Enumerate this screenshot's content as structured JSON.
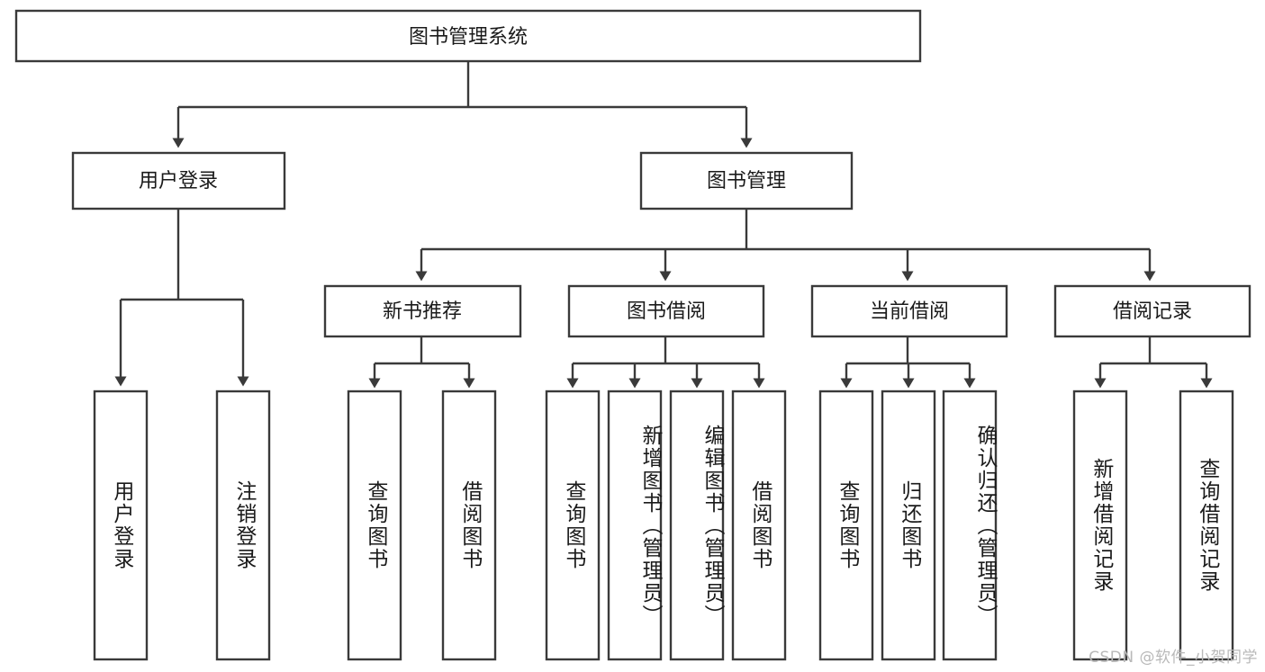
{
  "diagram": {
    "title": "图书管理系统",
    "type": "tree-hierarchy",
    "root": {
      "id": "root",
      "label": "图书管理系统",
      "orientation": "horizontal"
    },
    "level1": [
      {
        "id": "user-login",
        "label": "用户登录",
        "orientation": "horizontal"
      },
      {
        "id": "book-manage",
        "label": "图书管理",
        "orientation": "horizontal"
      }
    ],
    "level2": [
      {
        "id": "new-book-rec",
        "label": "新书推荐",
        "parent": "book-manage",
        "orientation": "horizontal"
      },
      {
        "id": "book-borrow",
        "label": "图书借阅",
        "parent": "book-manage",
        "orientation": "horizontal"
      },
      {
        "id": "current-borrow",
        "label": "当前借阅",
        "parent": "book-manage",
        "orientation": "horizontal"
      },
      {
        "id": "borrow-record",
        "label": "借阅记录",
        "parent": "book-manage",
        "orientation": "horizontal"
      }
    ],
    "leaves": [
      {
        "id": "leaf-user-login",
        "label": "用户登录",
        "parent": "user-login",
        "orientation": "vertical"
      },
      {
        "id": "leaf-logout-login",
        "label": "注销登录",
        "parent": "user-login",
        "orientation": "vertical"
      },
      {
        "id": "leaf-query-book-rec",
        "label": "查询图书",
        "parent": "new-book-rec",
        "orientation": "vertical"
      },
      {
        "id": "leaf-borrow-book-rec",
        "label": "借阅图书",
        "parent": "new-book-rec",
        "orientation": "vertical"
      },
      {
        "id": "leaf-query-book-borrow",
        "label": "查询图书",
        "parent": "book-borrow",
        "orientation": "vertical"
      },
      {
        "id": "leaf-add-book",
        "label": "新增图书（管理员）",
        "parent": "book-borrow",
        "orientation": "vertical"
      },
      {
        "id": "leaf-edit-book",
        "label": "编辑图书（管理员）",
        "parent": "book-borrow",
        "orientation": "vertical"
      },
      {
        "id": "leaf-borrow-book",
        "label": "借阅图书",
        "parent": "book-borrow",
        "orientation": "vertical"
      },
      {
        "id": "leaf-query-book-current",
        "label": "查询图书",
        "parent": "current-borrow",
        "orientation": "vertical"
      },
      {
        "id": "leaf-return-book",
        "label": "归还图书",
        "parent": "current-borrow",
        "orientation": "vertical"
      },
      {
        "id": "leaf-confirm-return",
        "label": "确认归还（管理员）",
        "parent": "current-borrow",
        "orientation": "vertical"
      },
      {
        "id": "leaf-add-record",
        "label": "新增借阅记录",
        "parent": "borrow-record",
        "orientation": "vertical"
      },
      {
        "id": "leaf-query-record",
        "label": "查询借阅记录",
        "parent": "borrow-record",
        "orientation": "vertical"
      }
    ],
    "watermark": "CSDN @软件_小贺同学",
    "colors": {
      "stroke": "#3a3a3a",
      "fill": "#ffffff",
      "text": "#1a1a1a",
      "watermark": "#b9b9b9",
      "background": "#ffffff"
    }
  }
}
